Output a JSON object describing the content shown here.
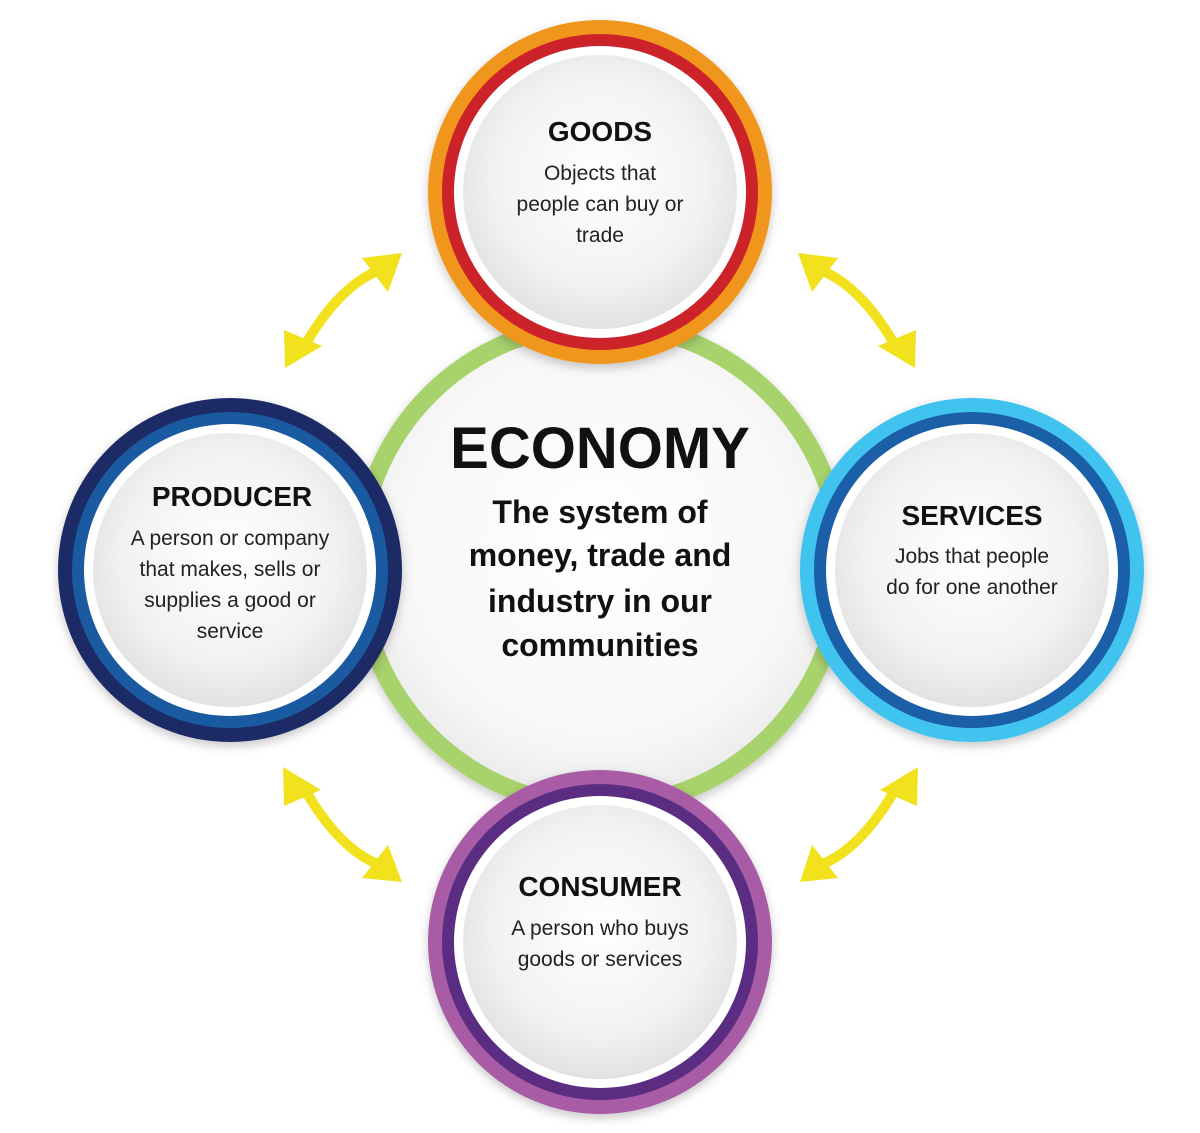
{
  "center": {
    "title": "ECONOMY",
    "lines": [
      "The system of",
      "money, trade and",
      "industry in our",
      "communities"
    ],
    "ring_color": "#a8d26c"
  },
  "nodes": {
    "goods": {
      "title": "GOODS",
      "lines": [
        "Objects that",
        "people can buy or",
        "trade"
      ],
      "outer_color": "#f0961e",
      "inner_color": "#cc2229"
    },
    "services": {
      "title": "SERVICES",
      "lines": [
        "Jobs that people",
        "do for one another"
      ],
      "outer_color": "#3fc4ef",
      "inner_color": "#1b5fa8"
    },
    "consumer": {
      "title": "CONSUMER",
      "lines": [
        "A person who buys",
        "goods or services"
      ],
      "outer_color": "#a95ca6",
      "inner_color": "#5b2d82"
    },
    "producer": {
      "title": "PRODUCER",
      "lines": [
        "A person or company",
        "that makes, sells or",
        "supplies a good or",
        "service"
      ],
      "outer_color": "#1e2a66",
      "inner_color": "#1a5aa0"
    }
  },
  "arrow_color": "#f2e21e"
}
